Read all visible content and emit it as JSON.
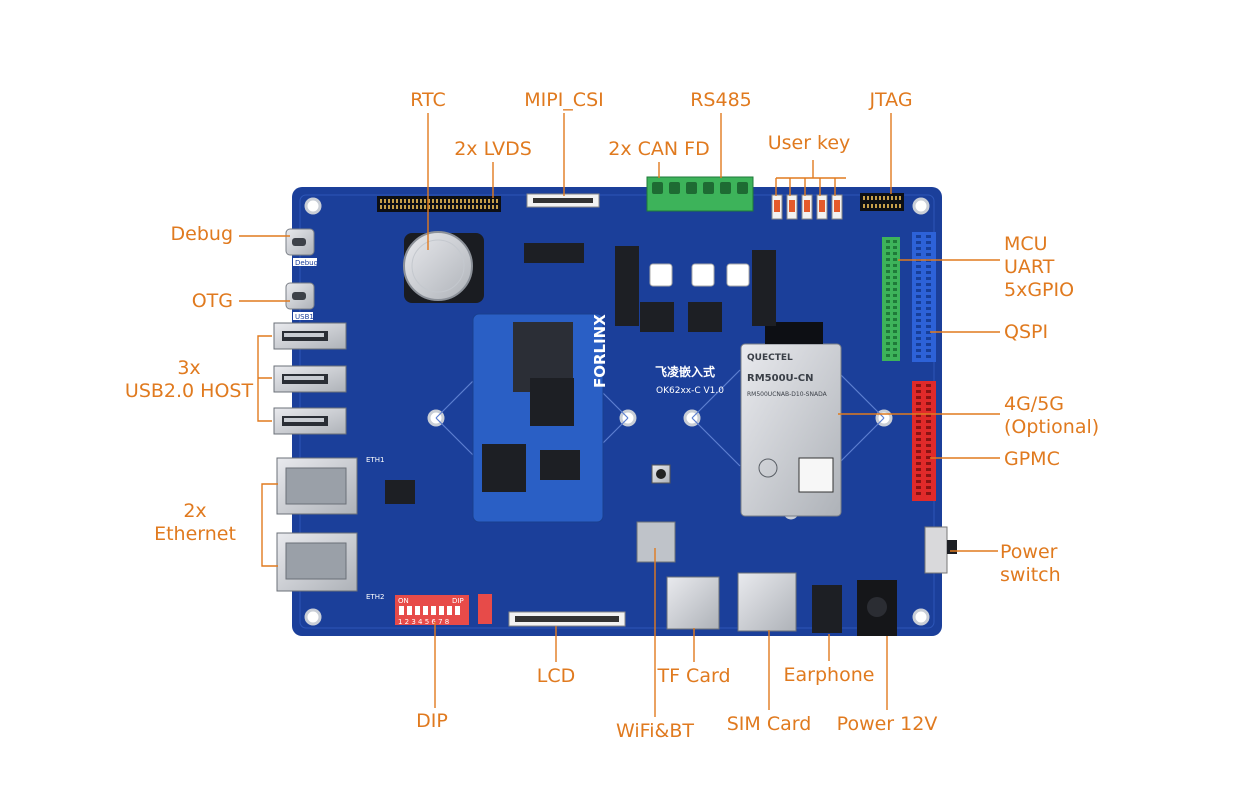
{
  "diagram": {
    "accent_color": "#e07a1f",
    "board_color": "#1b3f9a",
    "labels": {
      "rtc": "RTC",
      "mipi_csi": "MIPI_CSI",
      "rs485": "RS485",
      "jtag": "JTAG",
      "lvds": "2x LVDS",
      "can_fd": "2x CAN FD",
      "user_key": "User key",
      "debug": "Debug",
      "otg": "OTG",
      "usb_host": [
        "3x",
        "USB2.0 HOST"
      ],
      "ethernet": [
        "2x",
        "Ethernet"
      ],
      "mcu": [
        "MCU",
        "UART",
        "5xGPIO"
      ],
      "qspi": "QSPI",
      "modem": [
        "4G/5G",
        "(Optional)"
      ],
      "gpmc": "GPMC",
      "power_switch": [
        "Power",
        "switch"
      ],
      "dip": "DIP",
      "lcd": "LCD",
      "tf_card": "TF Card",
      "wifi_bt": "WiFi&BT",
      "sim_card": "SIM Card",
      "earphone": "Earphone",
      "power_12v": "Power 12V"
    },
    "board_text": {
      "logo": "FORLINX",
      "logo_cn": "飞凌嵌入式",
      "model": "OK62xx-C V1.0",
      "module_brand": "QUECTEL",
      "module_model": "RM500U-CN",
      "module_sub": "RM500UCNAB-D10-SNADA",
      "eth1": "ETH1",
      "eth2": "ETH2",
      "debug_silk": "Debug",
      "usb1_silk": "USB1",
      "dip_on": "ON",
      "dip_silk": "DIP",
      "dip_numbers": "1 2 3 4 5 6 7 8"
    }
  }
}
